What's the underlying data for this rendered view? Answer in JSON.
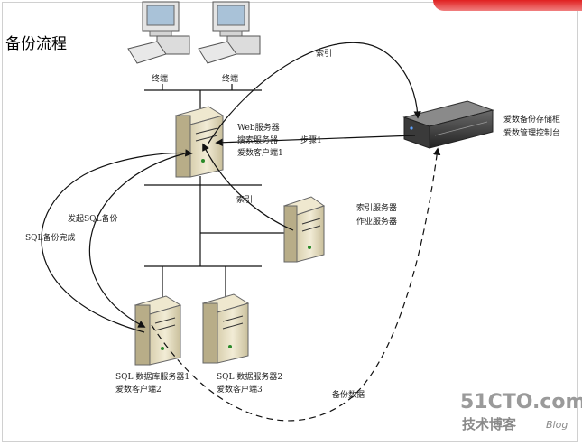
{
  "title": "备份流程",
  "labels": {
    "terminal_1": "终端",
    "terminal_2": "终端",
    "web_line1": "Web服务器",
    "web_line2": "搜索服务器",
    "web_line3": "爱数客户端1",
    "step1": "步骤1",
    "index_top": "索引",
    "index_mid": "索引",
    "storage_line1": "爱数备份存储柜",
    "storage_line2": "爱数管理控制台",
    "index_server_line1": "索引服务器",
    "index_server_line2": "作业服务器",
    "sql_start": "发起SQL备份",
    "sql_done": "SQL备份完成",
    "db1_line1": "SQL 数据库服务器1",
    "db1_line2": "爱数客户端2",
    "db2_line1": "SQL 数据服务器2",
    "db2_line2": "爱数客户端3",
    "backup_data": "备份数据"
  },
  "watermark": {
    "site": "51CTO.com",
    "sub": "技术博客",
    "blog": "Blog"
  }
}
